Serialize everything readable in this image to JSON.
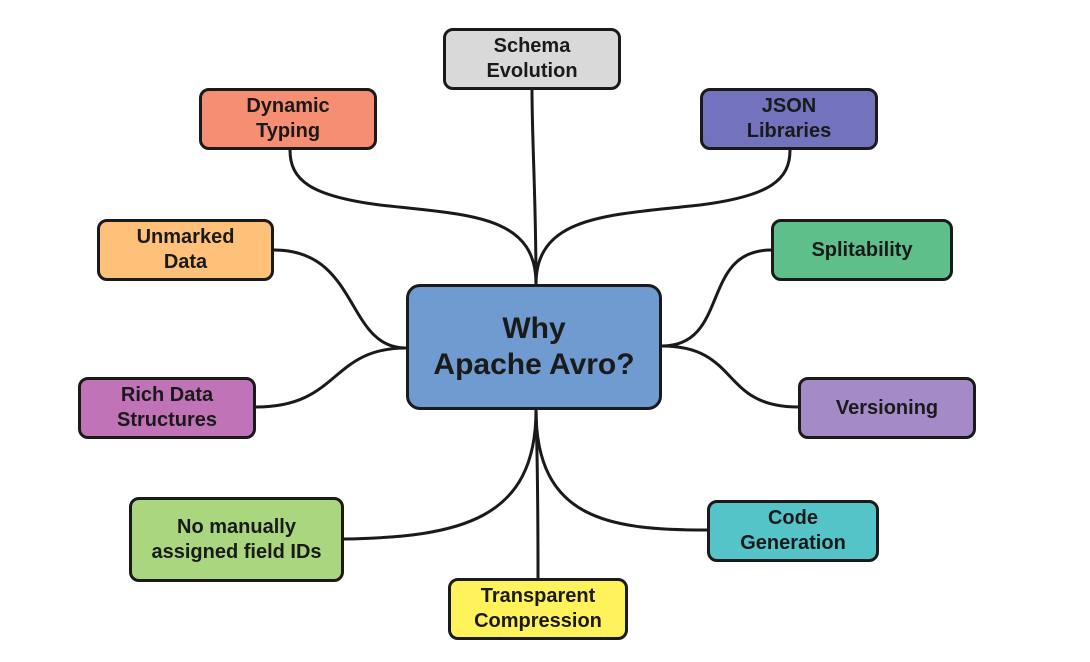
{
  "center": {
    "label": "Why\nApache Avro?",
    "color": "#6f9bd1"
  },
  "topics": [
    {
      "id": "schema-evolution",
      "label": "Schema\nEvolution",
      "color": "#d9d9d9"
    },
    {
      "id": "dynamic-typing",
      "label": "Dynamic\nTyping",
      "color": "#f58e72"
    },
    {
      "id": "json-libraries",
      "label": "JSON\nLibraries",
      "color": "#7272bd"
    },
    {
      "id": "unmarked-data",
      "label": "Unmarked\nData",
      "color": "#ffc07a"
    },
    {
      "id": "splitability",
      "label": "Splitability",
      "color": "#5fbf8a"
    },
    {
      "id": "rich-data-structures",
      "label": "Rich Data\nStructures",
      "color": "#c173b8"
    },
    {
      "id": "versioning",
      "label": "Versioning",
      "color": "#a58ac8"
    },
    {
      "id": "no-manual-field-ids",
      "label": "No manually\nassigned field IDs",
      "color": "#a9d67f"
    },
    {
      "id": "code-generation",
      "label": "Code\nGeneration",
      "color": "#55c4c8"
    },
    {
      "id": "transparent-compression",
      "label": "Transparent\nCompression",
      "color": "#fff25a"
    }
  ]
}
